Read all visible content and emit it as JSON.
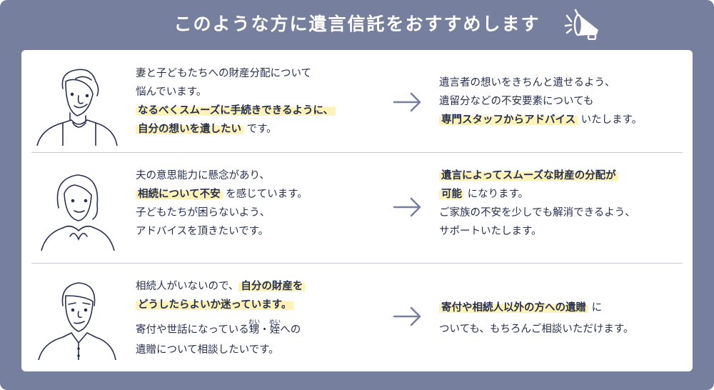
{
  "header": {
    "title": "このような方に遺言信託をおすすめします",
    "icon": "megaphone-icon"
  },
  "rows": [
    {
      "left": {
        "l1": "妻と子どもたちへの財産分配について",
        "l2": "悩んでいます。",
        "l3_hl": "なるべくスムーズに手続きできるように、",
        "l4_hl": "自分の想いを遺したい",
        "l4_rest": " です。"
      },
      "right": {
        "l1": "遺言者の想いをきちんと遺せるよう、",
        "l2": "遺留分などの不安要素についても",
        "l3_hl": "専門スタッフからアドバイス",
        "l3_rest": " いたします。"
      }
    },
    {
      "left": {
        "l1": "夫の意思能力に懸念があり、",
        "l2_hl": "相続について不安",
        "l2_rest": " を感じています。",
        "l3": "子どもたちが困らないよう、",
        "l4": "アドバイスを頂きたいです。"
      },
      "right": {
        "l1_hl": "遺言によってスムーズな財産の分配が",
        "l2_hl": "可能",
        "l2_rest": " になります。",
        "l3": "ご家族の不安を少しでも解消できるよう、",
        "l4": "サポートいたします。"
      }
    },
    {
      "left": {
        "l1": "相続人がいないので、",
        "l1_hl": "自分の財産を",
        "l2_hl": "どうしたらよいか迷っています。",
        "l3a": "寄付や世話になっている",
        "ruby1": "甥",
        "ruby1_rt": "おい",
        "l3b": "・",
        "ruby2": "姪",
        "ruby2_rt": "めい",
        "l3c": "への",
        "l4": "遺贈について相談したいです。"
      },
      "right": {
        "l1_hl": "寄付や相続人以外の方への遺贈",
        "l1_rest": " に",
        "l2": "ついても、もちろんご相談いただけます。"
      }
    }
  ],
  "colors": {
    "frame": "#767f9e",
    "text": "#28304f",
    "highlight": "#fdf3b8",
    "arrow": "#767f9e"
  }
}
